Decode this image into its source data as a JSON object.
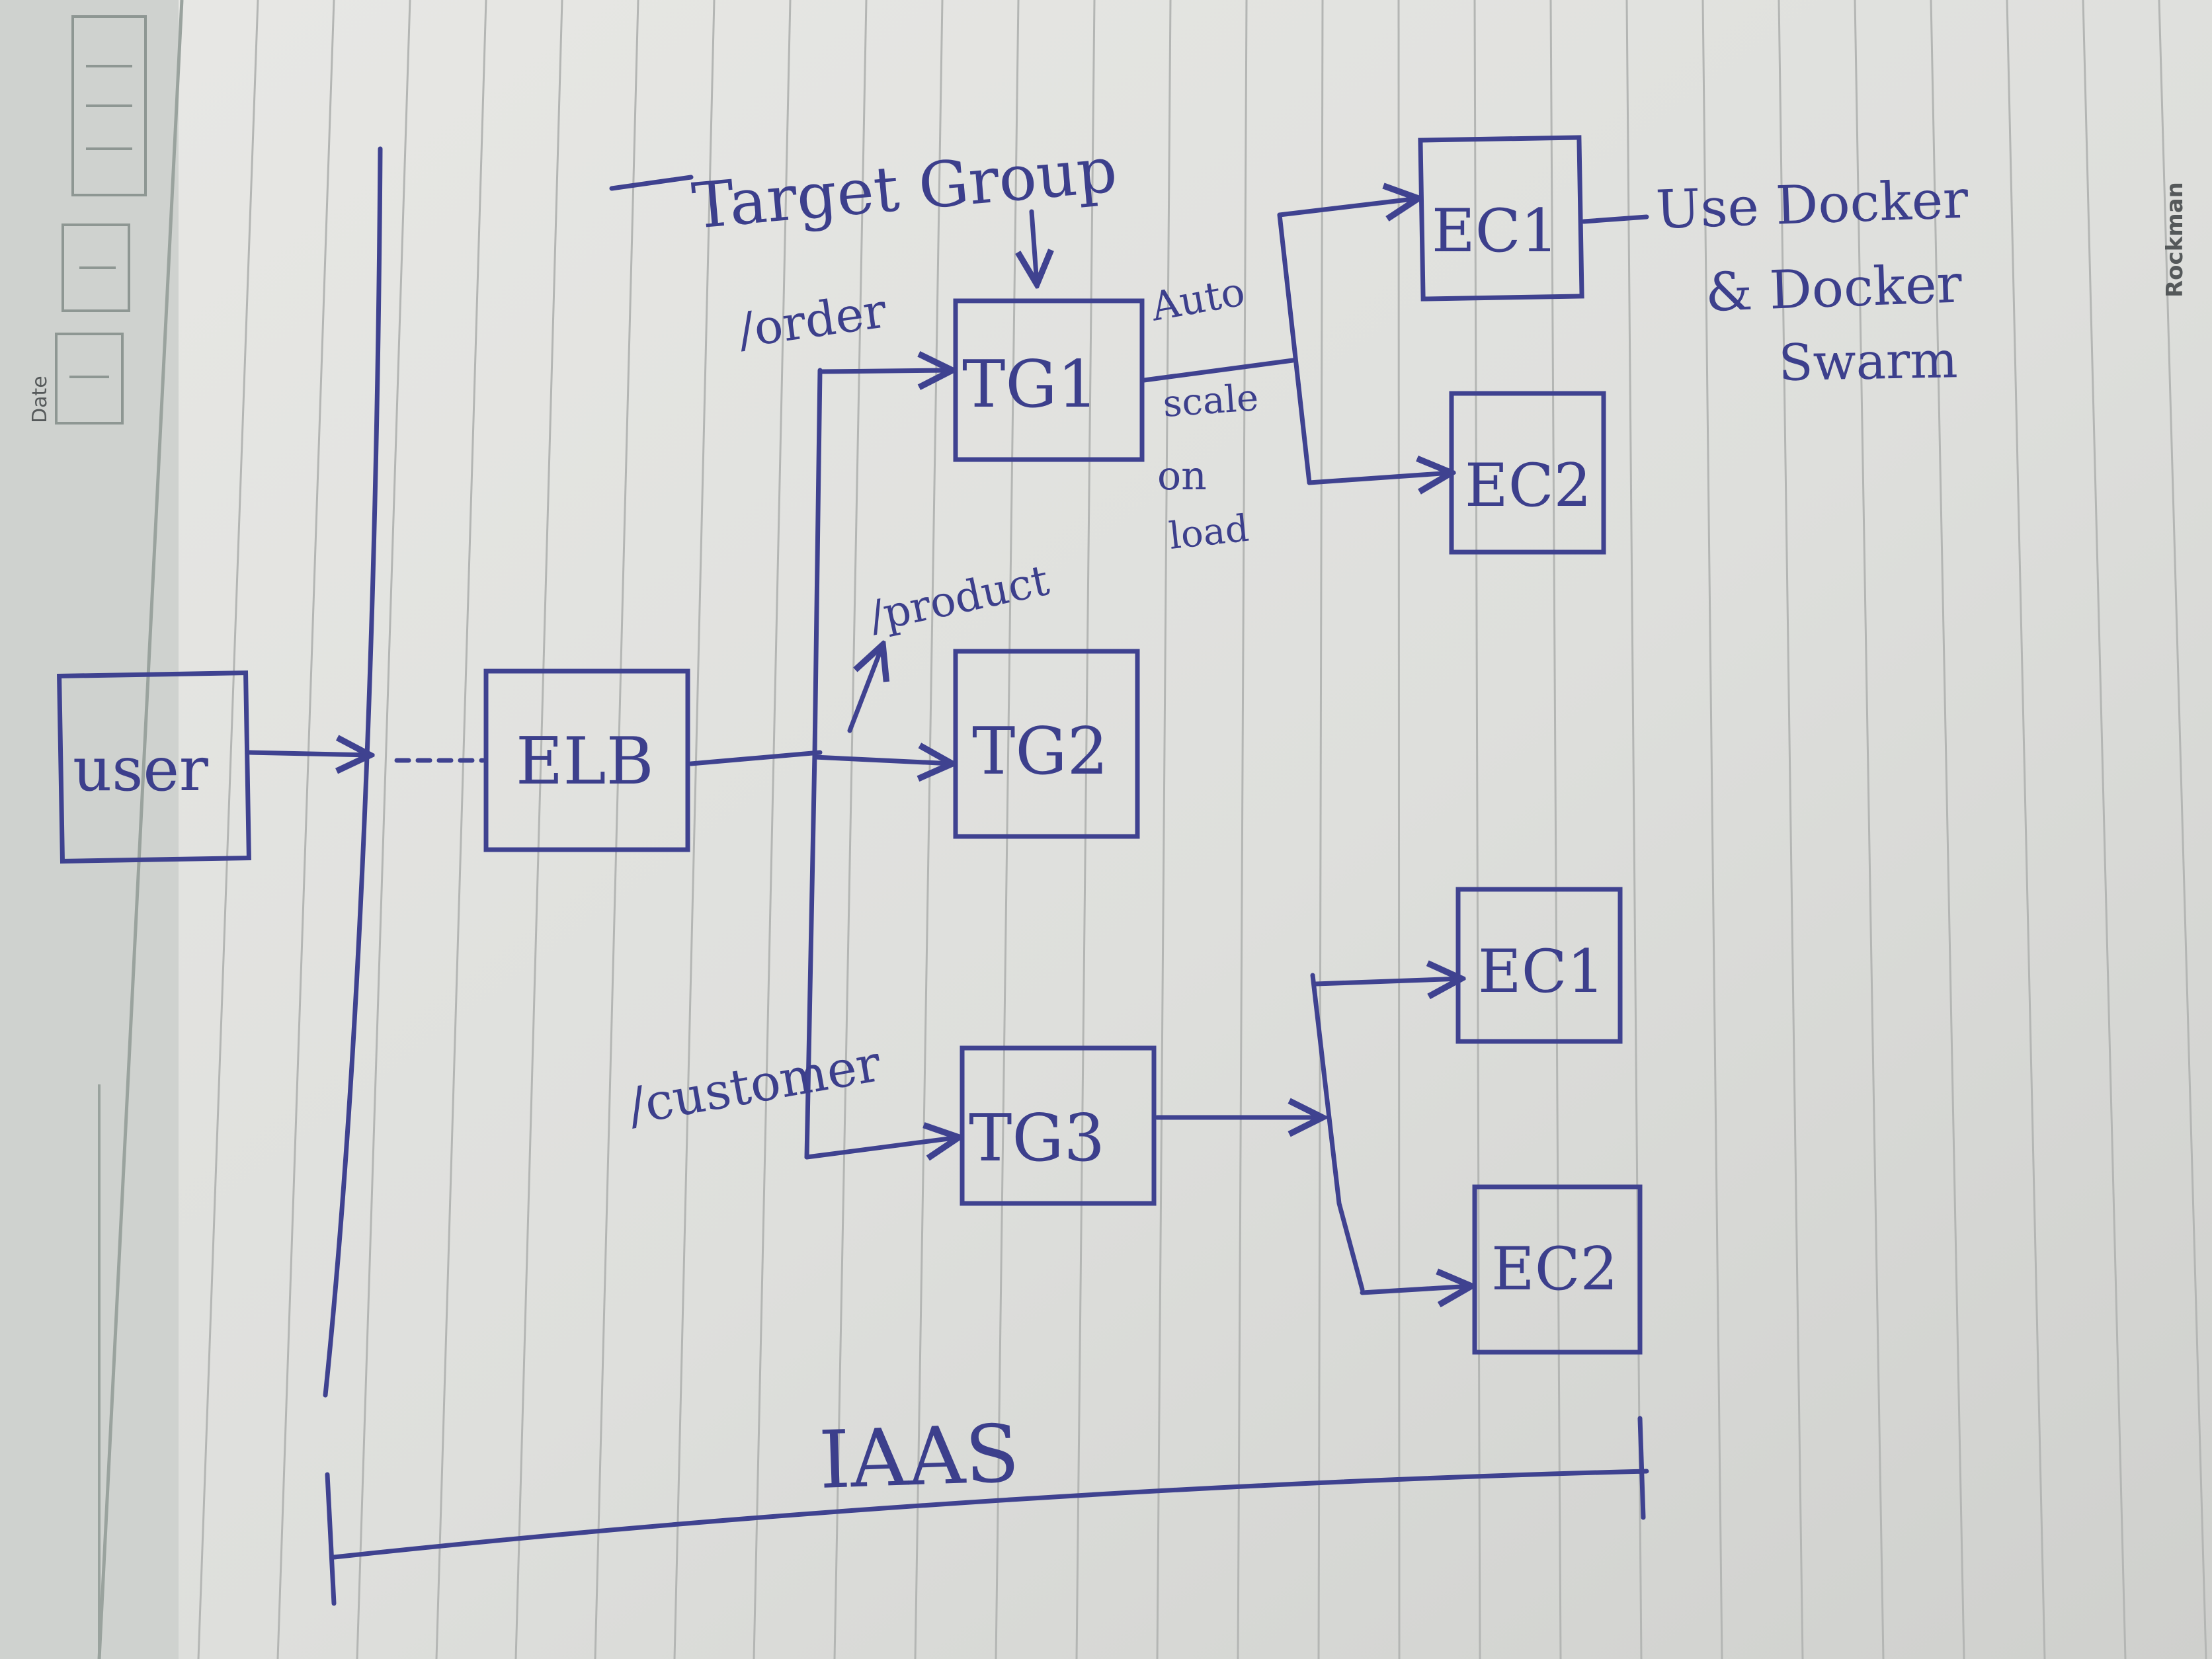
{
  "sheet": {
    "date_label": "Date",
    "brand": "Rockman"
  },
  "diagram": {
    "top_note": "Target Group",
    "user": "user",
    "elb": "ELB",
    "routes": {
      "order": "/order",
      "product": "/product",
      "customer": "/customer"
    },
    "target_groups": [
      "TG1",
      "TG2",
      "TG3"
    ],
    "autoscale_note": [
      "Auto",
      "scale",
      "on",
      "load"
    ],
    "instances": [
      "EC1",
      "EC2",
      "EC1",
      "EC2"
    ],
    "docker_note": [
      "Use Docker",
      "& Docker",
      "Swarm"
    ],
    "footer": "IAAS"
  },
  "colors": {
    "ink": "#3f4290",
    "paper": "#e4e4e1",
    "rule_line": "#b4b6b4",
    "margin_strip": "#cfd2cf"
  }
}
